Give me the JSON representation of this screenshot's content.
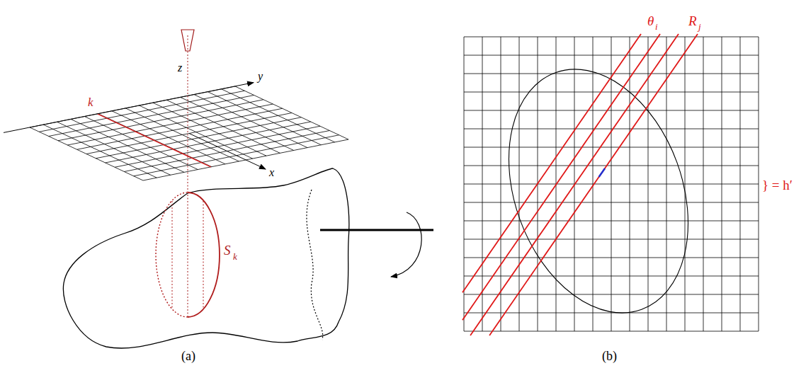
{
  "diagram": {
    "labels": [
      "z",
      "y",
      "x",
      "k",
      "S",
      "k",
      "(a)",
      "θ",
      "i",
      "R",
      "j",
      "} = h′",
      "(b)"
    ]
  }
}
